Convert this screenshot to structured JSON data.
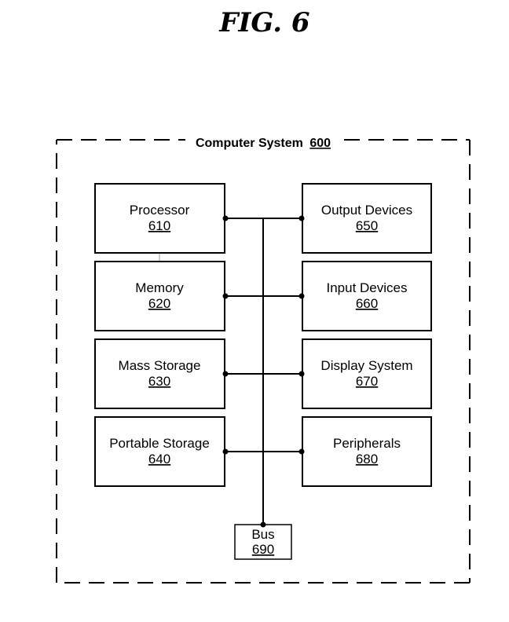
{
  "figure": {
    "title": "FIG. 6"
  },
  "system": {
    "label": "Computer System",
    "number": "600"
  },
  "components": {
    "processor": {
      "label": "Processor",
      "number": "610"
    },
    "memory": {
      "label": "Memory",
      "number": "620"
    },
    "mass_storage": {
      "label": "Mass Storage",
      "number": "630"
    },
    "portable_storage": {
      "label": "Portable Storage",
      "number": "640"
    },
    "output_devices": {
      "label": "Output Devices",
      "number": "650"
    },
    "input_devices": {
      "label": "Input Devices",
      "number": "660"
    },
    "display_system": {
      "label": "Display System",
      "number": "670"
    },
    "peripherals": {
      "label": "Peripherals",
      "number": "680"
    },
    "bus": {
      "label": "Bus",
      "number": "690"
    }
  }
}
